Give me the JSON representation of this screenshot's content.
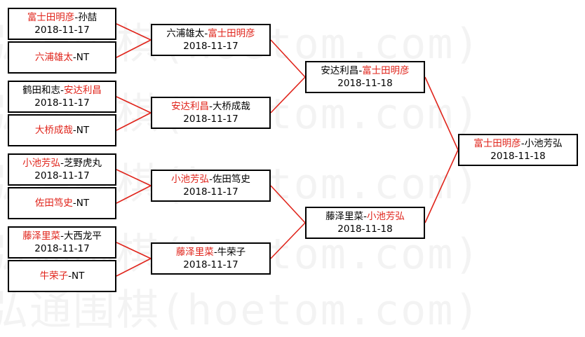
{
  "watermark": "弘通围棋(hoetom.com)",
  "round1": [
    {
      "id": "r1m1",
      "p1": "富士田明彦",
      "p1_win": true,
      "p2": "孙喆",
      "p2_win": false,
      "sep": "-",
      "date": "2018-11-17"
    },
    {
      "id": "r1m2",
      "p1": "六浦雄太",
      "p1_win": true,
      "p2": "NT",
      "p2_win": false,
      "sep": "-",
      "date": ""
    },
    {
      "id": "r1m3",
      "p1": "鹤田和志",
      "p1_win": false,
      "p2": "安达利昌",
      "p2_win": true,
      "sep": "-",
      "date": "2018-11-17"
    },
    {
      "id": "r1m4",
      "p1": "大桥成哉",
      "p1_win": true,
      "p2": "NT",
      "p2_win": false,
      "sep": "-",
      "date": ""
    },
    {
      "id": "r1m5",
      "p1": "小池芳弘",
      "p1_win": true,
      "p2": "芝野虎丸",
      "p2_win": false,
      "sep": "-",
      "date": "2018-11-17"
    },
    {
      "id": "r1m6",
      "p1": "佐田笃史",
      "p1_win": true,
      "p2": "NT",
      "p2_win": false,
      "sep": "-",
      "date": ""
    },
    {
      "id": "r1m7",
      "p1": "藤泽里菜",
      "p1_win": true,
      "p2": "大西龙平",
      "p2_win": false,
      "sep": "-",
      "date": "2018-11-17"
    },
    {
      "id": "r1m8",
      "p1": "牛荣子",
      "p1_win": true,
      "p2": "NT",
      "p2_win": false,
      "sep": "-",
      "date": ""
    }
  ],
  "round2": [
    {
      "id": "r2m1",
      "p1": "六浦雄太",
      "p1_win": false,
      "p2": "富士田明彦",
      "p2_win": true,
      "sep": "-",
      "date": "2018-11-17"
    },
    {
      "id": "r2m2",
      "p1": "安达利昌",
      "p1_win": true,
      "p2": "大桥成哉",
      "p2_win": false,
      "sep": "-",
      "date": "2018-11-17"
    },
    {
      "id": "r2m3",
      "p1": "小池芳弘",
      "p1_win": true,
      "p2": "佐田笃史",
      "p2_win": false,
      "sep": "-",
      "date": "2018-11-17"
    },
    {
      "id": "r2m4",
      "p1": "藤泽里菜",
      "p1_win": true,
      "p2": "牛荣子",
      "p2_win": false,
      "sep": "-",
      "date": "2018-11-17"
    }
  ],
  "round3": [
    {
      "id": "r3m1",
      "p1": "安达利昌",
      "p1_win": false,
      "p2": "富士田明彦",
      "p2_win": true,
      "sep": "-",
      "date": "2018-11-18"
    },
    {
      "id": "r3m2",
      "p1": "藤泽里菜",
      "p1_win": false,
      "p2": "小池芳弘",
      "p2_win": true,
      "sep": "-",
      "date": "2018-11-18"
    }
  ],
  "final": [
    {
      "id": "f1",
      "p1": "富士田明彦",
      "p1_win": true,
      "p2": "小池芳弘",
      "p2_win": false,
      "sep": "-",
      "date": "2018-11-18"
    }
  ],
  "colors": {
    "winner": "#e0241b",
    "loser": "#000000",
    "connector": "#e0241b",
    "border": "#000000"
  }
}
